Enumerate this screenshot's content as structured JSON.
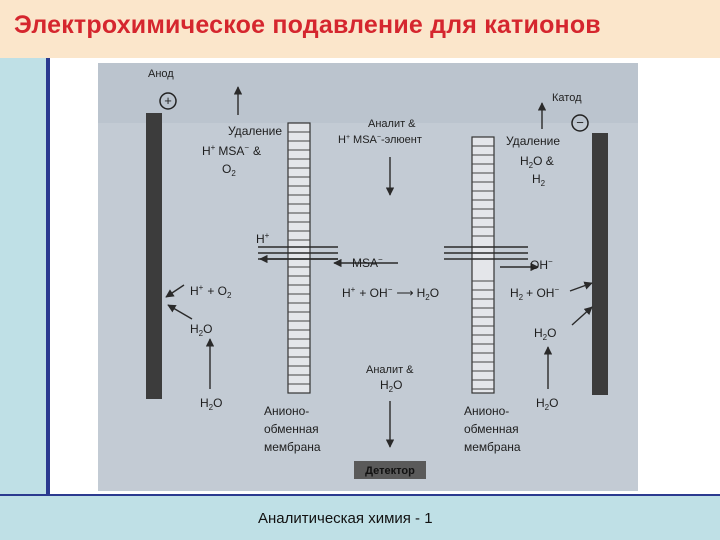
{
  "slide": {
    "title": "Электрохимическое подавление для катионов",
    "footer": "Аналитическая химия - 1"
  },
  "diagram": {
    "anode": {
      "label": "Анод",
      "sign": "+"
    },
    "cathode": {
      "label": "Катод",
      "sign": "−"
    },
    "left_removal": {
      "title": "Удаление",
      "species1": "H",
      "sup1": "+",
      "species2": "MSA",
      "sup2": "−",
      "amp": "&",
      "o2": "O",
      "o2_sub": "2"
    },
    "right_removal": {
      "title": "Удаление",
      "h2o": "H",
      "h2o_sub": "2",
      "h2o_tail": "O &",
      "h2": "H",
      "h2_sub": "2"
    },
    "inlet": {
      "line1": "Аналит &",
      "h": "H",
      "h_sup": "+",
      "msa": "MSA",
      "msa_sup": "−",
      "eluent": "-элюент"
    },
    "outlet": {
      "line1": "Аналит &",
      "h2o": "H",
      "h2o_sub": "2",
      "h2o_tail": "O"
    },
    "left_membrane": {
      "h_plus": "H",
      "h_plus_sup": "+"
    },
    "center_msa": {
      "label": "MSA",
      "sup": "−"
    },
    "right_membrane": {
      "oh": "OH",
      "oh_sup": "−"
    },
    "left_reaction": {
      "h": "H",
      "h_sup": "+",
      "plus": "+ O",
      "o2_sub": "2"
    },
    "center_reaction": {
      "h": "H",
      "h_sup": "+",
      "oh": "+ OH",
      "oh_sup": "−",
      "arrow": "⟶",
      "product": "H",
      "product_sub": "2",
      "product_tail": "O"
    },
    "right_reaction": {
      "h2": "H",
      "h2_sub": "2",
      "oh": "+ OH",
      "oh_sup": "−"
    },
    "left_water_mid": {
      "h": "H",
      "sub": "2",
      "tail": "O"
    },
    "left_water_bottom": {
      "h": "H",
      "sub": "2",
      "tail": "O"
    },
    "right_water_mid": {
      "h": "H",
      "sub": "2",
      "tail": "O"
    },
    "right_water_bottom": {
      "h": "H",
      "sub": "2",
      "tail": "O"
    },
    "left_membrane_label": [
      "Анионо-",
      "обменная",
      "мембрана"
    ],
    "right_membrane_label": [
      "Анионо-",
      "обменная",
      "мембрана"
    ],
    "detector": "Детектор"
  },
  "colors": {
    "title": "#d5262e",
    "accent_rule": "#2b3a8f",
    "band": "#bfe0e6",
    "title_bg": "#fbe6cb"
  }
}
